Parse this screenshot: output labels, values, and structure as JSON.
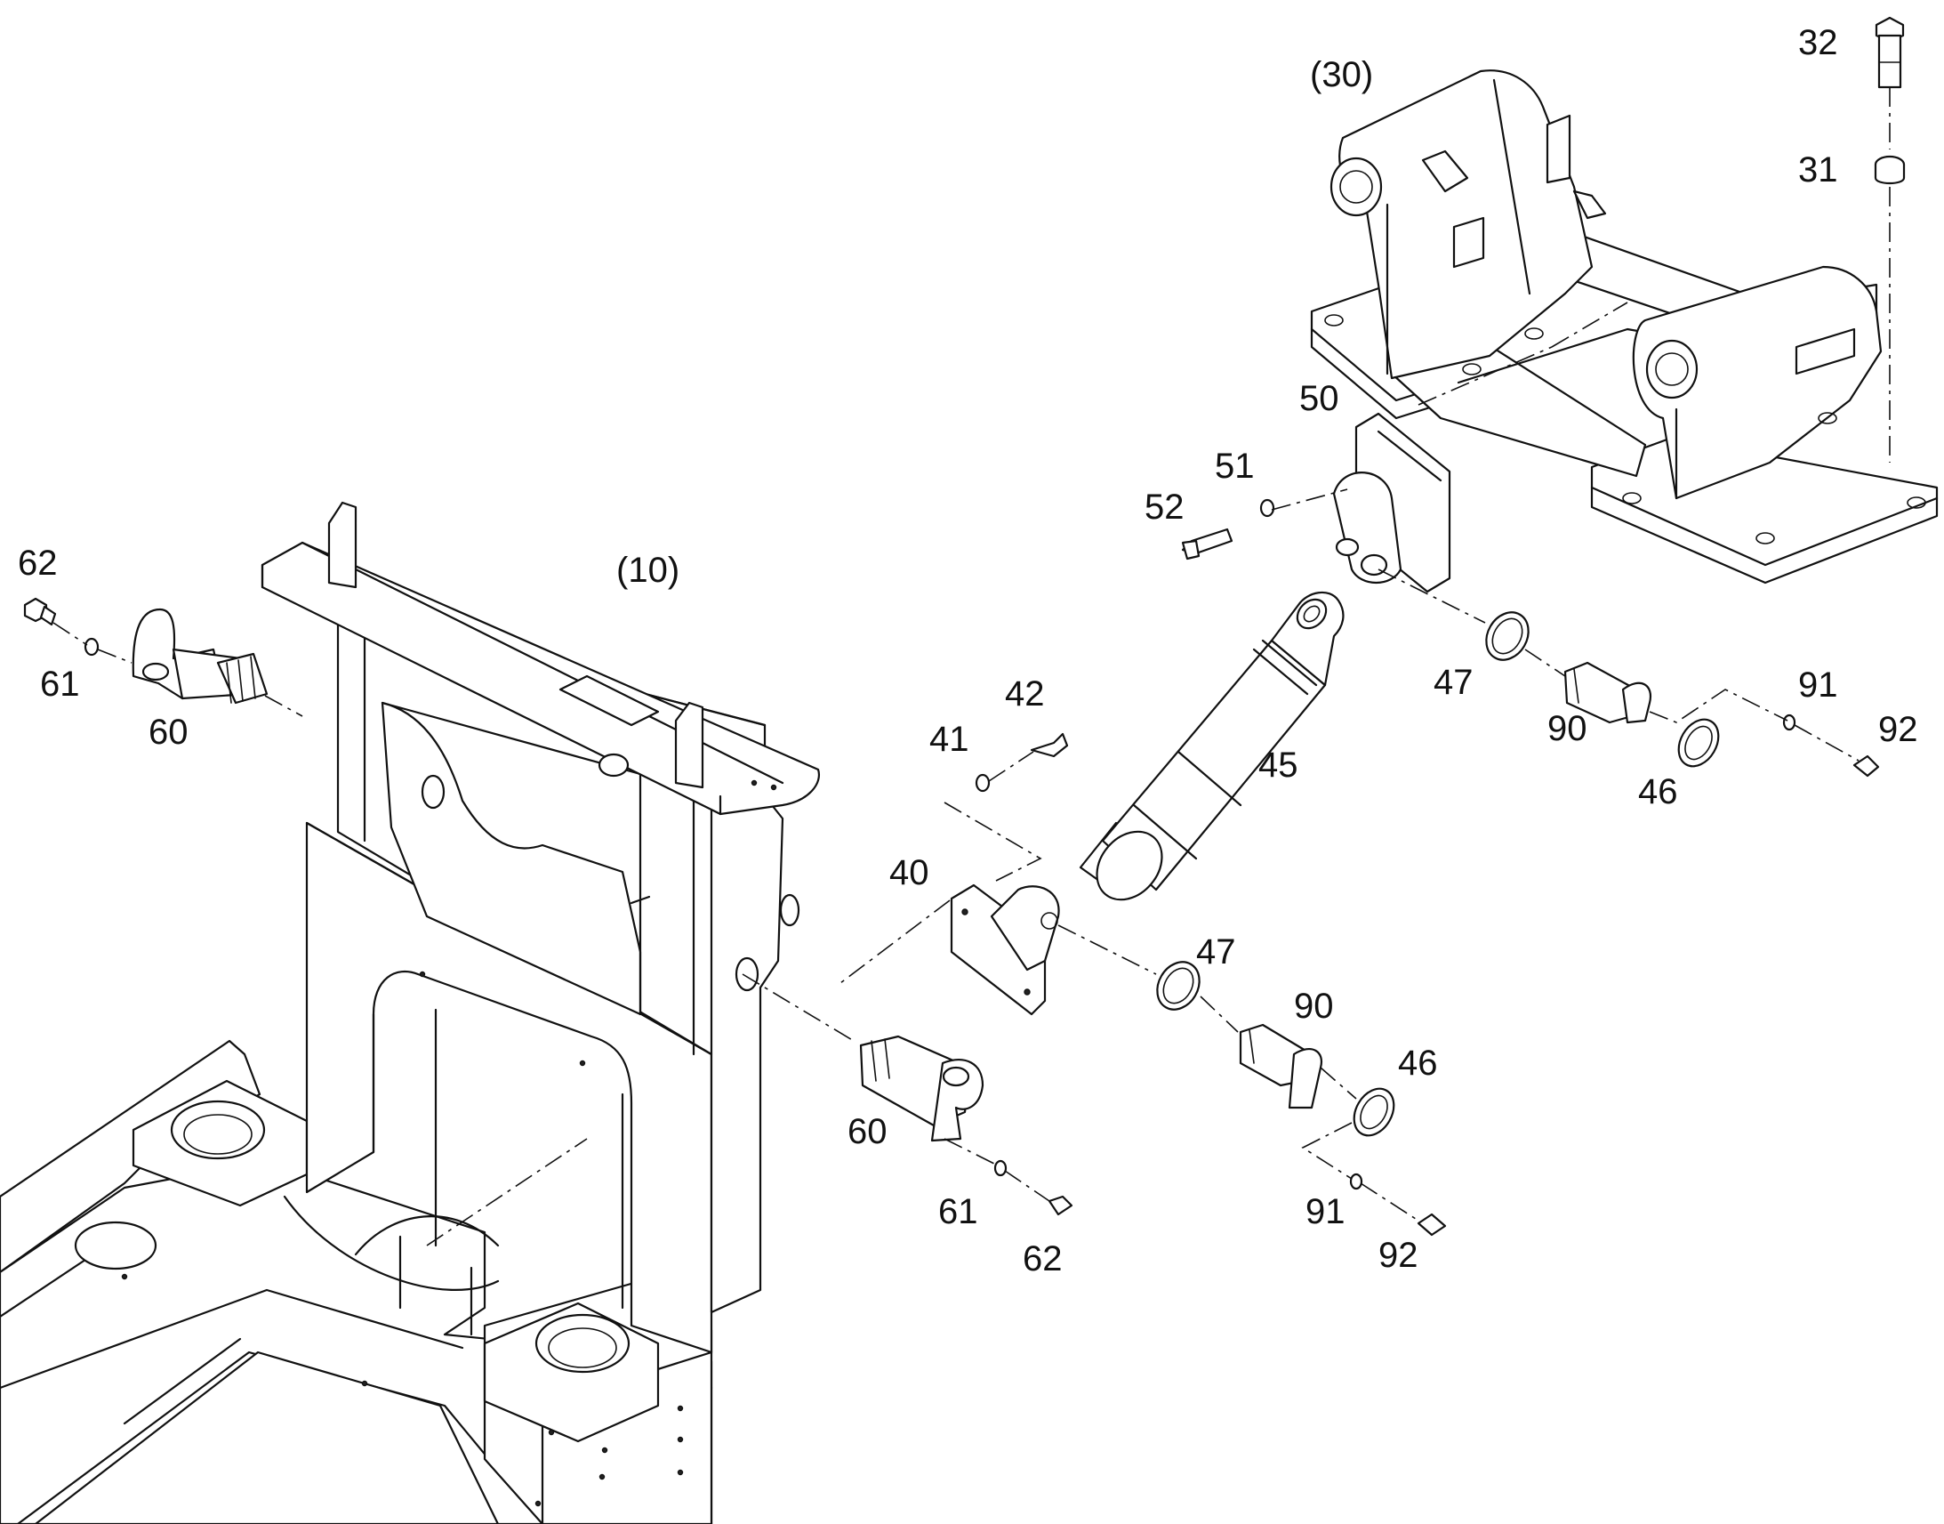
{
  "assembly_labels": {
    "frame": "(10)",
    "upper_bracket": "(30)"
  },
  "callouts": {
    "c32": "32",
    "c31": "31",
    "c50": "50",
    "c51": "51",
    "c52": "52",
    "c62_left": "62",
    "c61_left": "61",
    "c60_left": "60",
    "c42": "42",
    "c41": "41",
    "c45": "45",
    "c40": "40",
    "c47_upper": "47",
    "c90_upper": "90",
    "c91_upper": "91",
    "c92_upper": "92",
    "c46_upper": "46",
    "c47_lower": "47",
    "c90_lower": "90",
    "c46_lower": "46",
    "c91_lower": "91",
    "c92_lower": "92",
    "c60_lower": "60",
    "c61_lower": "61",
    "c62_lower": "62"
  }
}
